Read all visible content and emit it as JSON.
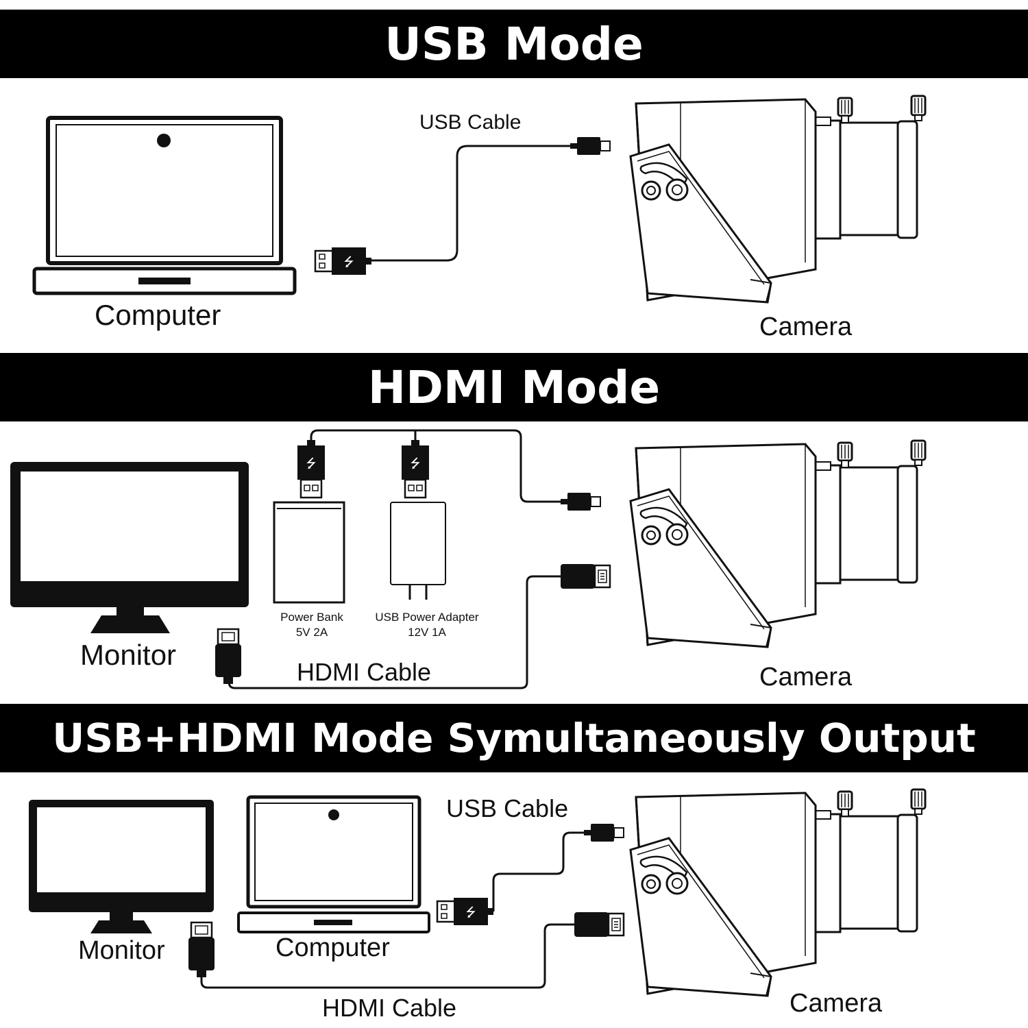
{
  "usb_section": {
    "title": "USB Mode",
    "computer_label": "Computer",
    "camera_label": "Camera",
    "usb_cable_label": "USB Cable"
  },
  "hdmi_section": {
    "title": "HDMI Mode",
    "monitor_label": "Monitor",
    "camera_label": "Camera",
    "hdmi_cable_label": "HDMI Cable",
    "power_bank": {
      "name": "Power Bank",
      "spec": "5V 2A"
    },
    "power_adapter": {
      "name": "USB Power Adapter",
      "spec": "12V 1A"
    }
  },
  "combo_section": {
    "title": "USB+HDMI Mode Symultaneously Output",
    "monitor_label": "Monitor",
    "computer_label": "Computer",
    "camera_label": "Camera",
    "usb_cable_label": "USB Cable",
    "hdmi_cable_label": "HDMI Cable"
  }
}
